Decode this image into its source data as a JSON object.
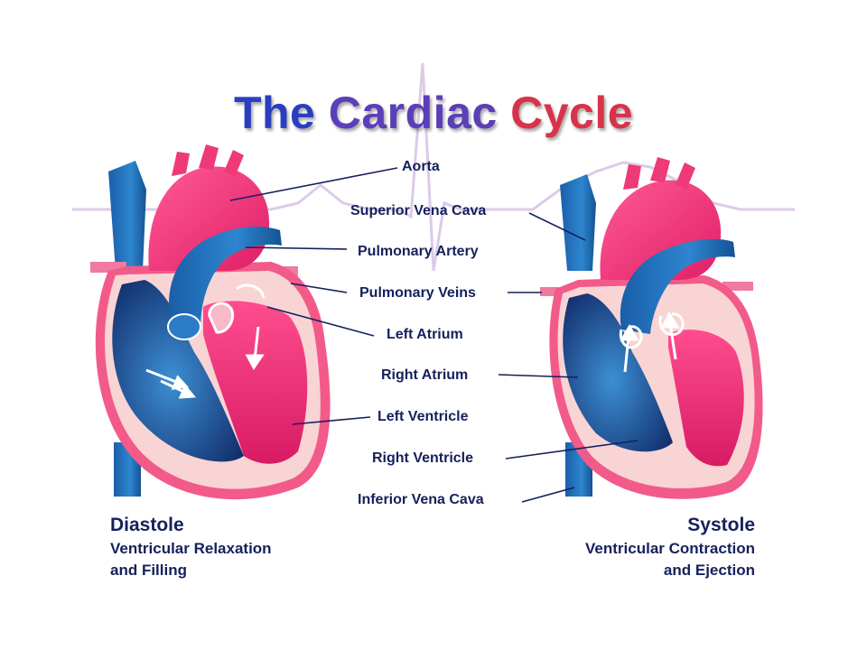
{
  "title": {
    "word1": "The",
    "word2": "Cardiac",
    "word3": "Cycle",
    "colors": [
      "#2a3fbf",
      "#5a3fb8",
      "#d8334a"
    ]
  },
  "labels": {
    "aorta": "Aorta",
    "superior_vena_cava": "Superior Vena Cava",
    "pulmonary_artery": "Pulmonary Artery",
    "pulmonary_veins": "Pulmonary Veins",
    "left_atrium": "Left Atrium",
    "right_atrium": "Right Atrium",
    "left_ventricle": "Left Ventricle",
    "right_ventricle": "Right Ventricle",
    "inferior_vena_cava": "Inferior Vena Cava"
  },
  "diastole": {
    "title": "Diastole",
    "line1": "Ventricular Relaxation",
    "line2": "and Filling"
  },
  "systole": {
    "title": "Systole",
    "line1": "Ventricular Contraction",
    "line2": "and Ejection"
  },
  "colors": {
    "oxygenated": "#e8326f",
    "deoxygenated": "#1f73b7",
    "muscle": "#f7c4c6",
    "text": "#15205c",
    "ecg": "#dcc8ea"
  }
}
